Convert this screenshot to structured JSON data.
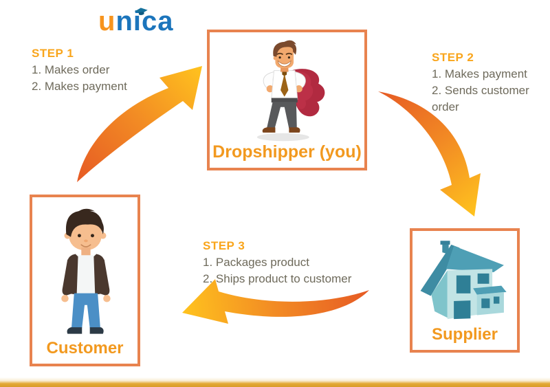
{
  "logo": {
    "text": "unica",
    "part_orange": "u",
    "part_blue": "nica",
    "icon": "graduation-cap-icon",
    "color_orange": "#F7941E",
    "color_blue": "#1C75BC"
  },
  "steps": {
    "step1": {
      "title": "STEP 1",
      "items": [
        "1. Makes order",
        "2. Makes payment"
      ]
    },
    "step2": {
      "title": "STEP 2",
      "items": [
        "1. Makes payment",
        "2. Sends customer order"
      ]
    },
    "step3": {
      "title": "STEP 3",
      "items": [
        "1. Packages product",
        "2. Ships product to customer"
      ]
    }
  },
  "nodes": {
    "dropshipper": {
      "label": "Dropshipper (you)",
      "illustration": "superhero-businessman"
    },
    "supplier": {
      "label": "Supplier",
      "illustration": "house"
    },
    "customer": {
      "label": "Customer",
      "illustration": "young-man"
    }
  },
  "arrows": [
    {
      "name": "step1-arrow",
      "from": "customer",
      "to": "dropshipper"
    },
    {
      "name": "step2-arrow",
      "from": "dropshipper",
      "to": "supplier"
    },
    {
      "name": "step3-arrow",
      "from": "supplier",
      "to": "customer"
    }
  ],
  "colors": {
    "step_title": "#F9A51B",
    "step_text": "#6E6A5B",
    "node_label": "#F2991F",
    "box_border": "#E8834F",
    "arrow_tail": "#E65A24",
    "arrow_head": "#FFC31E",
    "bottom_bar": "#DFA233",
    "background": "#FFFFFF"
  }
}
